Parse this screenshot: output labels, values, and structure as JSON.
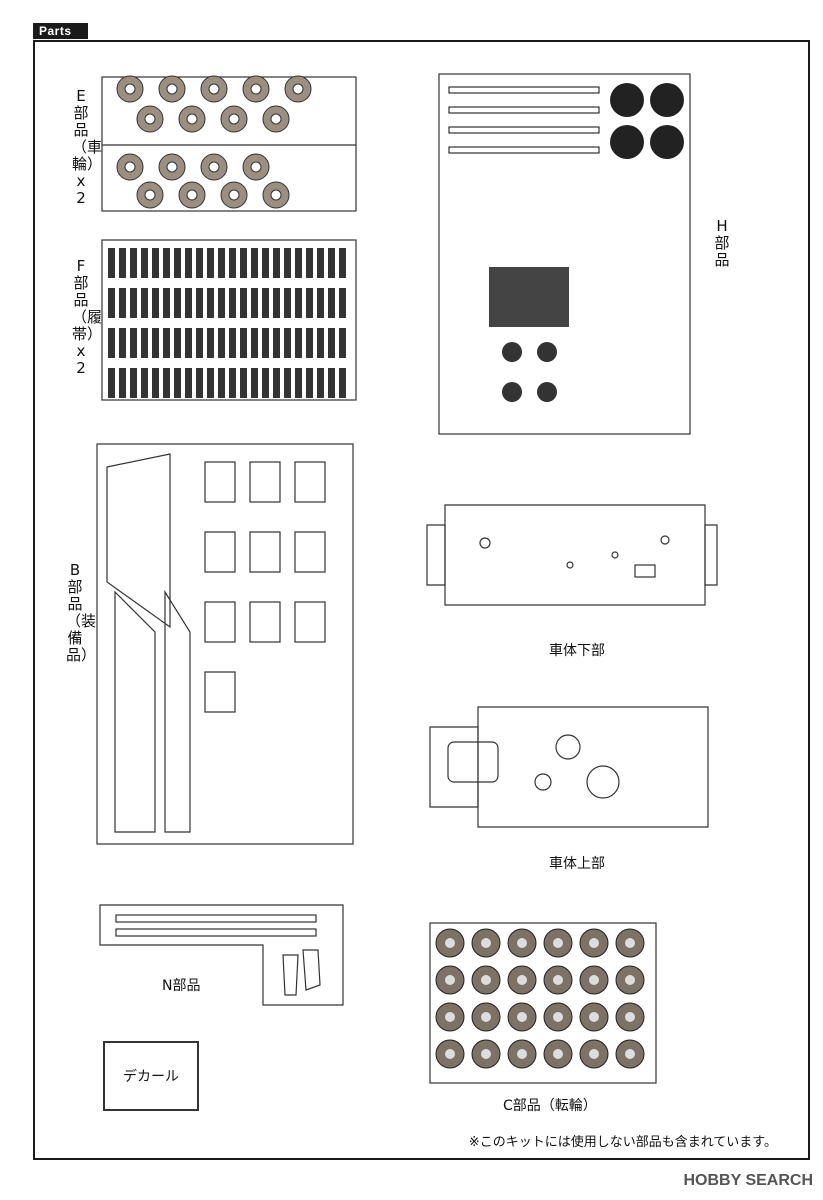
{
  "header": "Parts",
  "labels": {
    "E": "E部品（車輪）x2",
    "F": "F部品（履帯）x2",
    "B": "B部品（装備品）",
    "H": "H部品",
    "hull_lower": "車体下部",
    "hull_upper": "車体上部",
    "N": "N部品",
    "C": "C部品（転輪）",
    "decal": "デカール"
  },
  "note": "※このキットには使用しない部品も含まれています。",
  "watermark": "HOBBY SEARCH",
  "colors": {
    "ink": "#1a1a1a",
    "wheel": "#9a8f80"
  }
}
